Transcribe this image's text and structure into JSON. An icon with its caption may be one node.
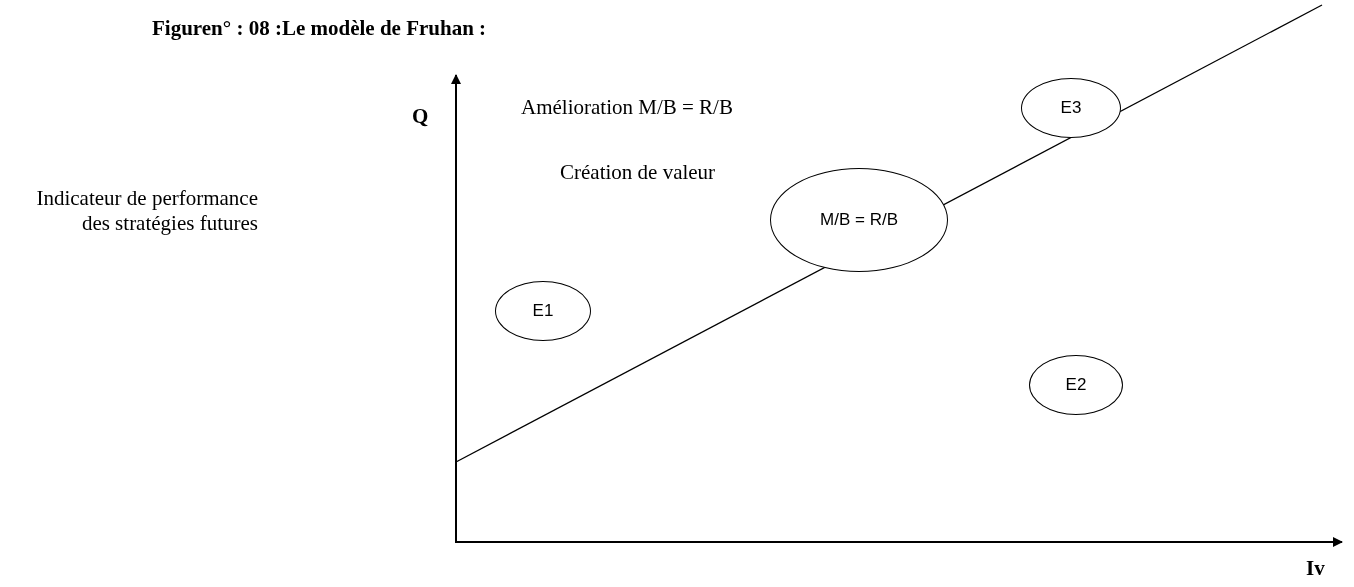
{
  "diagram": {
    "title": "Figuren° : 08 :Le modèle de Fruhan :",
    "nodes": [
      {
        "text": [
          "E3"
        ]
      },
      {
        "text": [
          "M/B = R/B"
        ]
      },
      {
        "text": [
          "E1"
        ]
      },
      {
        "text": [
          "E2"
        ]
      }
    ],
    "edges": [],
    "labels": [
      "Q",
      "Amélioration M/B = R/B",
      "Création de valeur",
      "Indicateur de performance des stratégies futures",
      "Iv"
    ]
  }
}
